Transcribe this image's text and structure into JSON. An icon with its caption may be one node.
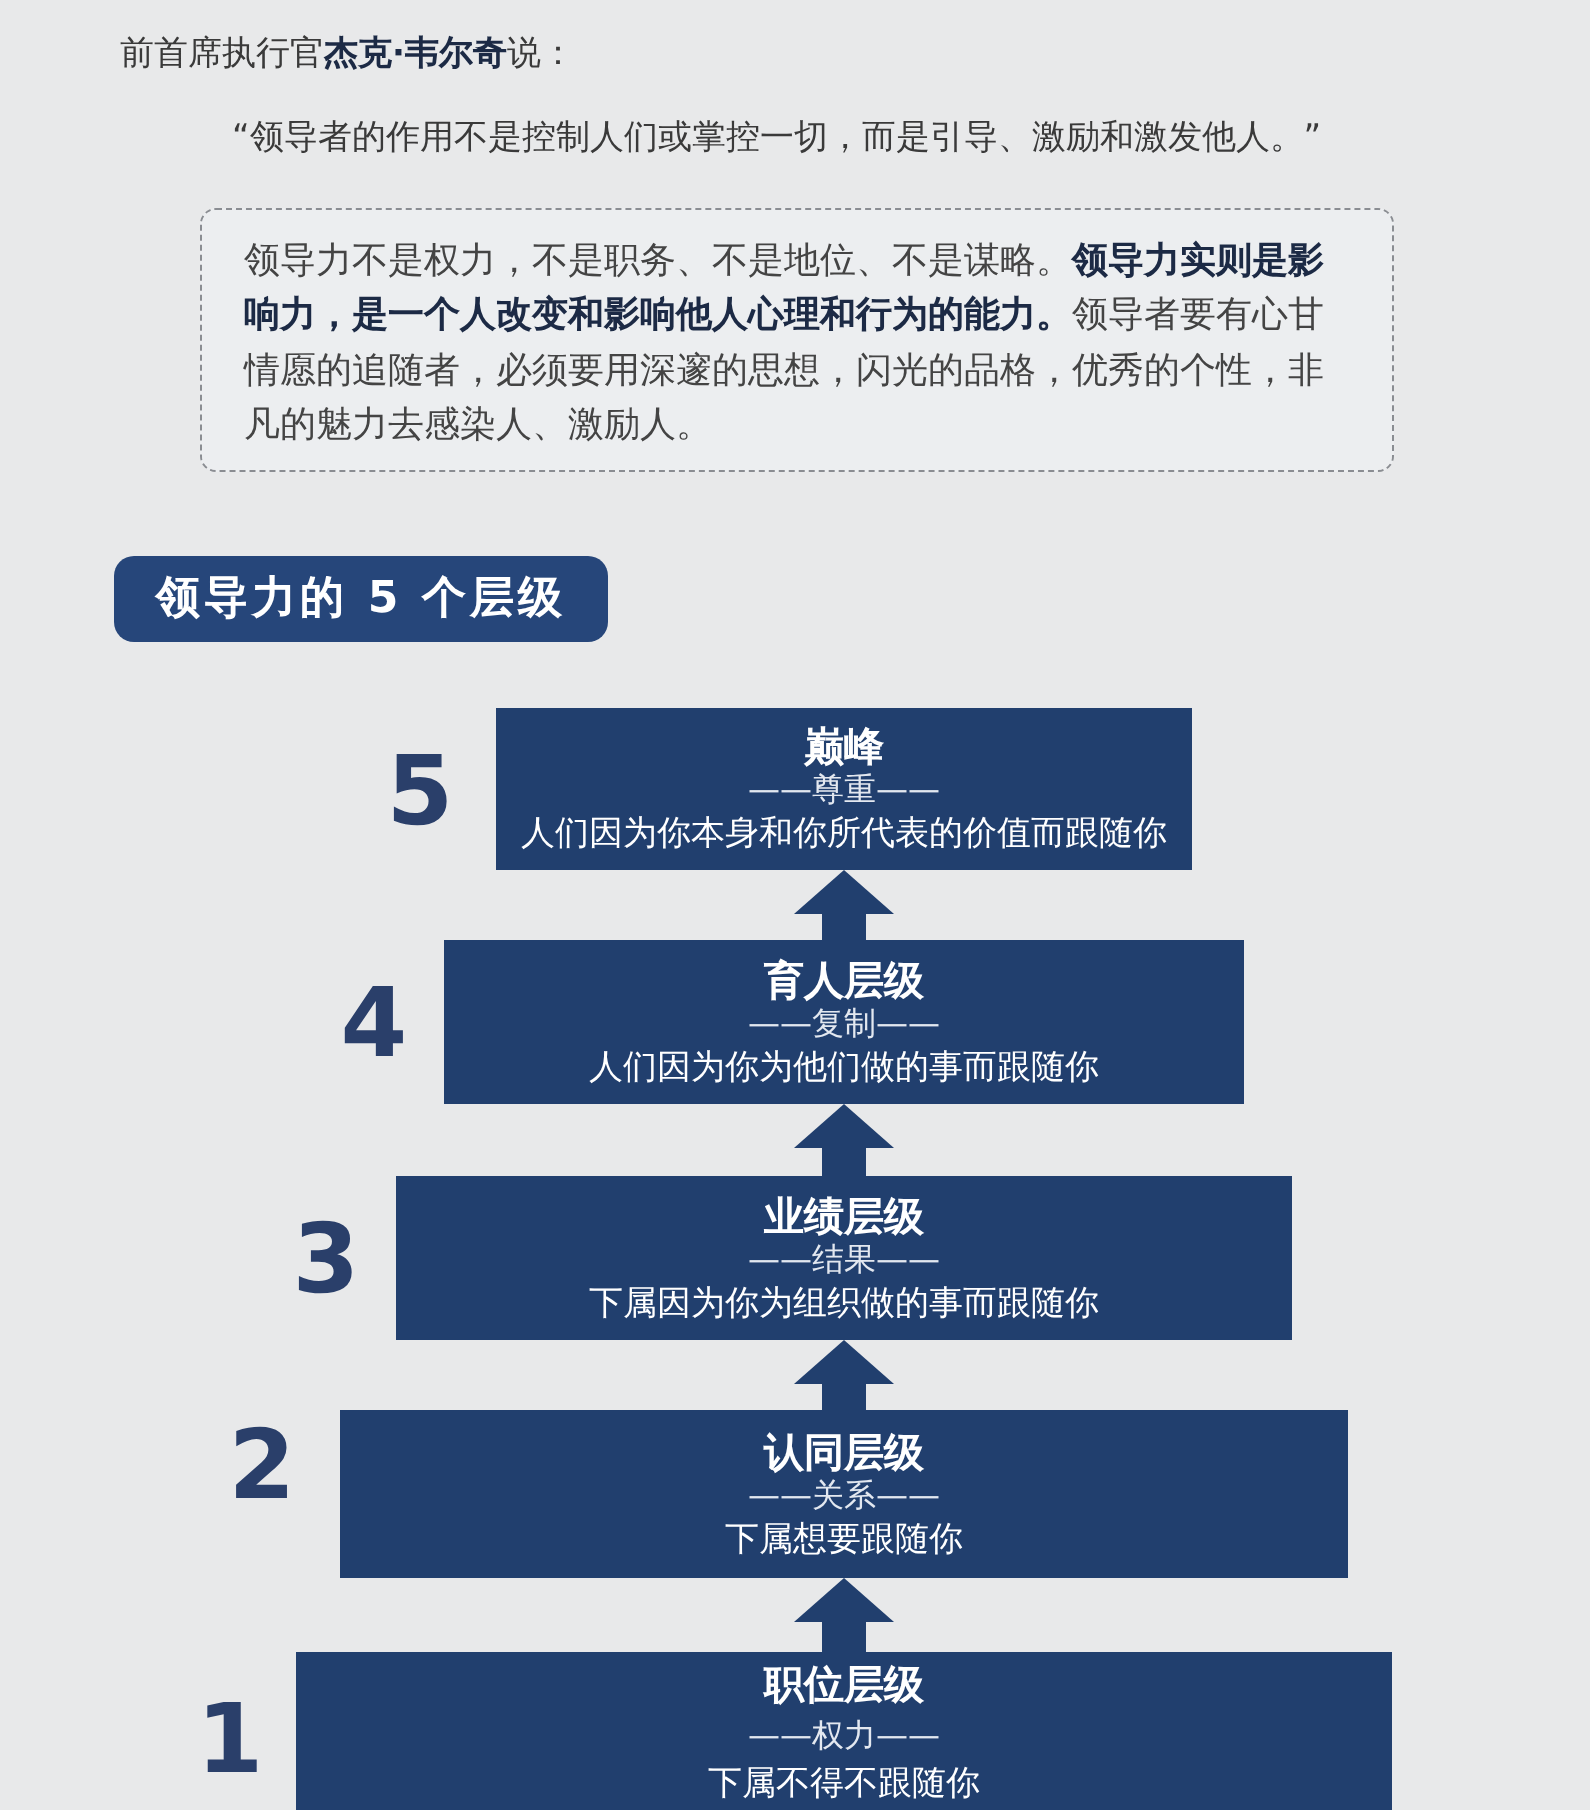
{
  "diagram": {
    "title": "领导力的 5 个层级",
    "nodes": [
      {
        "text": [
          "领导力不是权力，不是职务、不是地位、不是谋略。**领导力实则是影响力，是一个人改变和影响他人心理和行为的能力。**领导者要有心甘情愿的追随者，必须要用深邃的思想，闪光的品格，优秀的个性，非凡的魅力去感染人、激励人。"
        ]
      },
      {
        "text": [
          "巅峰",
          "——尊重——",
          "人们因为你本身和你所代表的价值而跟随你"
        ],
        "beside": [
          "5"
        ]
      },
      {
        "text": [
          "育人层级",
          "——复制——",
          "人们因为你为他们做的事而跟随你"
        ],
        "beside": [
          "4"
        ]
      },
      {
        "text": [
          "业绩层级",
          "——结果——",
          "下属因为你为组织做的事而跟随你"
        ],
        "beside": [
          "3"
        ]
      },
      {
        "text": [
          "认同层级",
          "——关系——",
          "下属想要跟随你"
        ],
        "beside": [
          "2"
        ]
      },
      {
        "text": [
          "职位层级",
          "——权力——",
          "下属不得不跟随你"
        ],
        "beside": [
          "1"
        ]
      }
    ],
    "edges": [
      {
        "from": 5,
        "to": 4,
        "arrow": "to"
      },
      {
        "from": 4,
        "to": 3,
        "arrow": "to"
      },
      {
        "from": 3,
        "to": 2,
        "arrow": "to"
      },
      {
        "from": 2,
        "to": 1,
        "arrow": "to"
      }
    ],
    "labels": [
      "前首席执行官**杰克·韦尔奇**说：",
      "“领导者的作用不是控制人们或掌控一切，而是引导、激励和激发他人。”"
    ]
  }
}
